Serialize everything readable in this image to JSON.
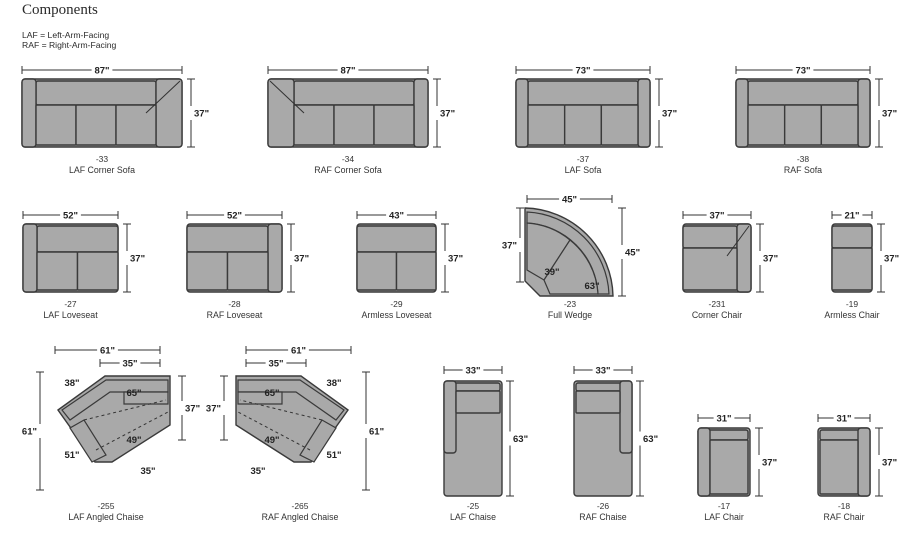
{
  "title": "Components",
  "legend": [
    "LAF = Left-Arm-Facing",
    "RAF = Right-Arm-Facing"
  ],
  "colors": {
    "fill": "#a9a9a9",
    "stroke": "#3a3a3a",
    "text": "#2a2a2a"
  },
  "components": [
    {
      "code": "-33",
      "name": "LAF Corner Sofa",
      "width": "87\"",
      "height": "37\""
    },
    {
      "code": "-34",
      "name": "RAF Corner Sofa",
      "width": "87\"",
      "height": "37\""
    },
    {
      "code": "-37",
      "name": "LAF Sofa",
      "width": "73\"",
      "height": "37\""
    },
    {
      "code": "-38",
      "name": "RAF Sofa",
      "width": "73\"",
      "height": "37\""
    },
    {
      "code": "-27",
      "name": "LAF Loveseat",
      "width": "52\"",
      "height": "37\""
    },
    {
      "code": "-28",
      "name": "RAF Loveseat",
      "width": "52\"",
      "height": "37\""
    },
    {
      "code": "-29",
      "name": "Armless Loveseat",
      "width": "43\"",
      "height": "37\""
    },
    {
      "code": "-23",
      "name": "Full Wedge",
      "width": "45\"",
      "height": "37\"",
      "right": "45\"",
      "inner": "39\"",
      "arc": "63\""
    },
    {
      "code": "-231",
      "name": "Corner Chair",
      "width": "37\"",
      "height": "37\""
    },
    {
      "code": "-19",
      "name": "Armless Chair",
      "width": "21\"",
      "height": "37\""
    },
    {
      "code": "-255",
      "name": "LAF Angled Chaise",
      "top": "61\"",
      "top2": "35\"",
      "left": "61\"",
      "diag1": "38\"",
      "back": "65\"",
      "side": "37\"",
      "diag2": "51\"",
      "inner": "49\"",
      "bottom": "35\""
    },
    {
      "code": "-265",
      "name": "RAF Angled Chaise",
      "top": "61\"",
      "top2": "35\"",
      "left": "37\"",
      "diag1": "38\"",
      "back": "65\"",
      "side": "61\"",
      "diag2": "51\"",
      "inner": "49\"",
      "bottom": "35\""
    },
    {
      "code": "-25",
      "name": "LAF Chaise",
      "width": "33\"",
      "height": "63\""
    },
    {
      "code": "-26",
      "name": "RAF Chaise",
      "width": "33\"",
      "height": "63\""
    },
    {
      "code": "-17",
      "name": "LAF Chair",
      "width": "31\"",
      "height": "37\""
    },
    {
      "code": "-18",
      "name": "RAF Chair",
      "width": "31\"",
      "height": "37\""
    }
  ]
}
